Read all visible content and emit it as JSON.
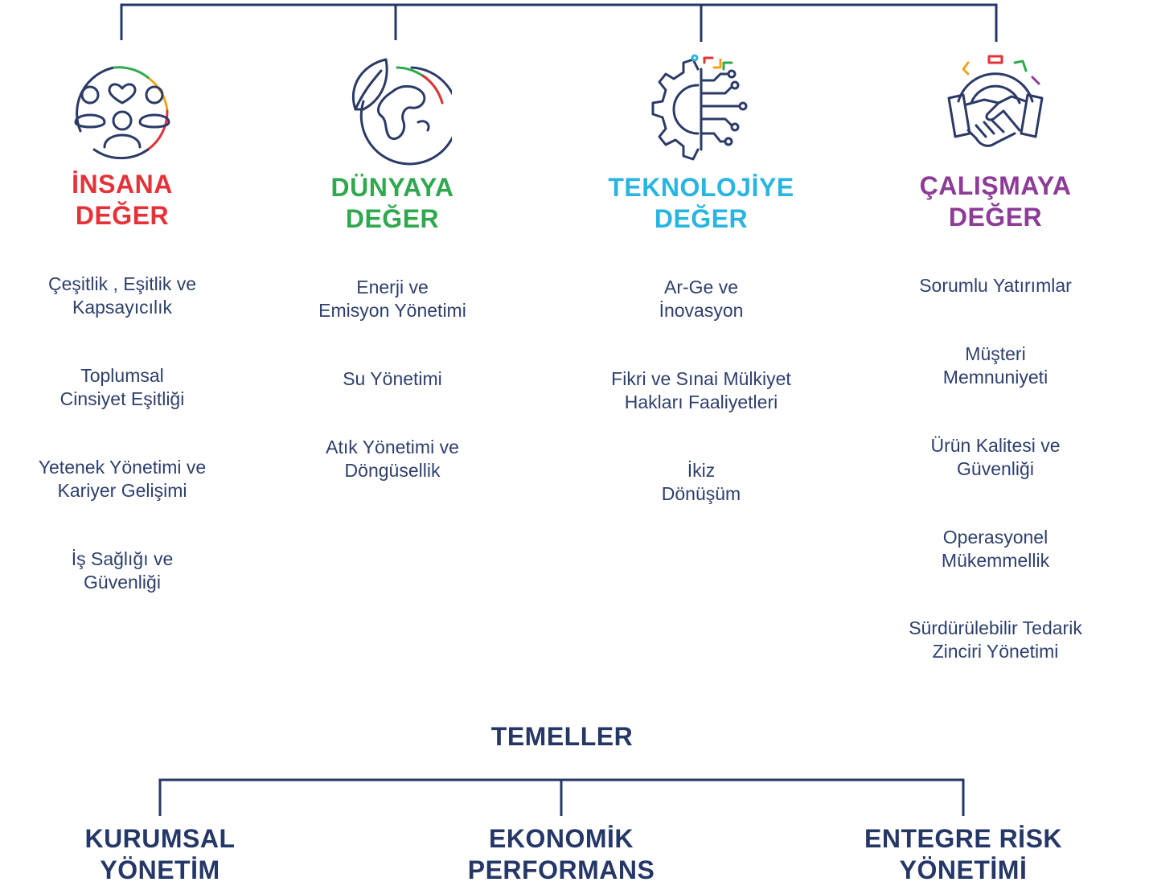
{
  "colors": {
    "insan": "#e53138",
    "dunya": "#2fa84f",
    "tekno": "#28b5e1",
    "calisma": "#8c3b96",
    "navy": "#253766",
    "text": "#2e3f6d"
  },
  "pillars": [
    {
      "icon": "people-heart-icon",
      "heading": [
        "İNSANA",
        "DEĞER"
      ],
      "items": [
        [
          "Çeşitlik , Eşitlik ve",
          "Kapsayıcılık"
        ],
        [
          "Toplumsal",
          "Cinsiyet Eşitliği"
        ],
        [
          "Yetenek Yönetimi ve",
          "Kariyer Gelişimi"
        ],
        [
          "İş Sağlığı ve",
          "Güvenliği"
        ]
      ]
    },
    {
      "icon": "globe-leaf-icon",
      "heading": [
        "DÜNYAYA",
        "DEĞER"
      ],
      "items": [
        [
          "Enerji ve",
          "Emisyon Yönetimi"
        ],
        [
          "Su Yönetimi"
        ],
        [
          "Atık Yönetimi ve",
          "Döngüsellik"
        ]
      ]
    },
    {
      "icon": "gear-circuit-icon",
      "heading": [
        "TEKNOLOJİYE",
        "DEĞER"
      ],
      "items": [
        [
          "Ar-Ge ve",
          "İnovasyon"
        ],
        [
          "Fikri ve Sınai Mülkiyet",
          "Hakları Faaliyetleri"
        ],
        [
          "İkiz",
          "Dönüşüm"
        ]
      ]
    },
    {
      "icon": "handshake-gear-icon",
      "heading": [
        "ÇALIŞMAYA",
        "DEĞER"
      ],
      "items": [
        [
          "Sorumlu Yatırımlar"
        ],
        [
          "Müşteri",
          "Memnuniyeti"
        ],
        [
          "Ürün Kalitesi ve",
          "Güvenliği"
        ],
        [
          "Operasyonel",
          "Mükemmellik"
        ],
        [
          "Sürdürülebilir Tedarik",
          "Zinciri Yönetimi"
        ]
      ]
    }
  ],
  "foundations": {
    "title": "TEMELLER",
    "items": [
      [
        "KURUMSAL",
        "YÖNETİM"
      ],
      [
        "EKONOMİK",
        "PERFORMANS"
      ],
      [
        "ENTEGRE RİSK",
        "YÖNETİMİ"
      ]
    ]
  }
}
